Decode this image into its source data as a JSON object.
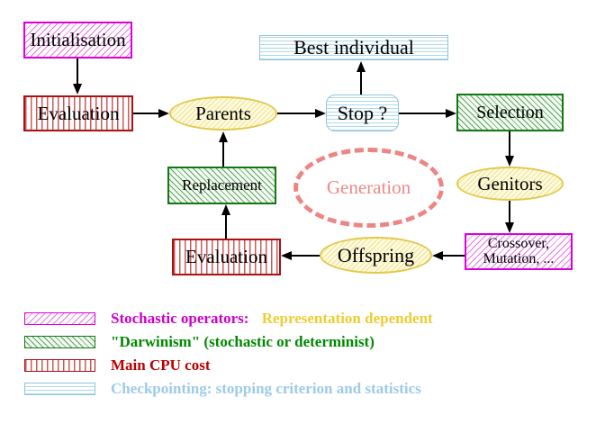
{
  "nodes": {
    "initialisation": "Initialisation",
    "evaluation_top": "Evaluation",
    "parents": "Parents",
    "best_individual": "Best individual",
    "stop": "Stop ?",
    "selection": "Selection",
    "genitors": "Genitors",
    "crossover_line1": "Crossover,",
    "crossover_line2": "Mutation, ...",
    "offspring": "Offspring",
    "evaluation_bottom": "Evaluation",
    "replacement": "Replacement",
    "generation": "Generation"
  },
  "legend": {
    "rows": [
      {
        "label": "Stochastic operators:",
        "note": "Representation dependent"
      },
      {
        "label": "\"Darwinism\" (stochastic or determinist)"
      },
      {
        "label": "Main CPU cost"
      },
      {
        "label": "Checkpointing: stopping criterion and statistics"
      }
    ]
  },
  "colors": {
    "magenta_border": "#dd00dd",
    "magenta_hatch": "#e476e4",
    "magenta_text": "#cc00cc",
    "gold_text": "#eecc33",
    "green_border": "#117711",
    "green_hatch": "#5aa55a",
    "green_text": "#008800",
    "red_border": "#aa1111",
    "red_stripe": "#cc5a5a",
    "red_text": "#bb0000",
    "cyan_border": "#90c4dc",
    "cyan_stripe": "#aed9ec",
    "cyan_text": "#9ccbe8",
    "yellow_border": "#e2c84a",
    "yellow_fill": "#fffbdf",
    "salmon": "#ee8585",
    "arrow": "#000000"
  }
}
